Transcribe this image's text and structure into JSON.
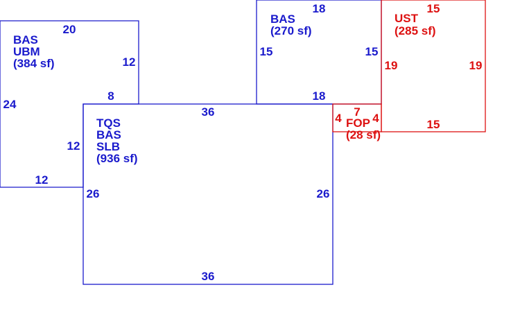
{
  "colors": {
    "blue": "#1a1acc",
    "red": "#dd1111"
  },
  "areas": {
    "ubm": {
      "color": "blue",
      "label_lines": [
        "BAS",
        "UBM",
        "(384 sf)"
      ],
      "dims": {
        "top": "20",
        "right_upper": "12",
        "right_step": "8",
        "left": "24",
        "right_lower": "12",
        "bottom": "12"
      }
    },
    "bas_upper": {
      "color": "blue",
      "label_lines": [
        "BAS",
        "(270 sf)"
      ],
      "dims": {
        "top": "18",
        "left": "15",
        "right": "15",
        "bottom": "18"
      }
    },
    "ust": {
      "color": "red",
      "label_lines": [
        "UST",
        "(285 sf)"
      ],
      "dims": {
        "top": "15",
        "left": "19",
        "right": "19",
        "bottom": "15"
      }
    },
    "tqs": {
      "color": "blue",
      "label_lines": [
        "TQS",
        "BAS",
        "SLB",
        "(936 sf)"
      ],
      "dims": {
        "top": "36",
        "left": "26",
        "right": "26",
        "bottom": "36"
      }
    },
    "fop": {
      "color": "red",
      "label_lines": [
        "FOP",
        "(28 sf)"
      ],
      "dims": {
        "top": "7",
        "left": "4",
        "right": "4"
      }
    }
  }
}
